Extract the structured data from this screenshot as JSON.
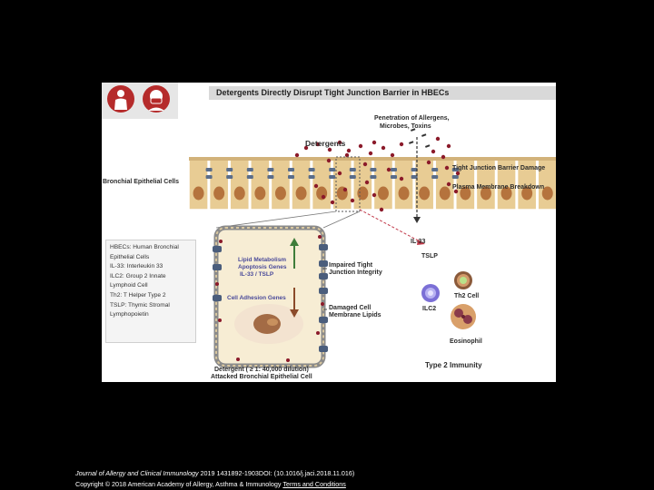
{
  "figure": {
    "title": "Detergents Directly Disrupt Tight Junction Barrier in HBECs",
    "labels": {
      "penetration": "Penetration of Allergens,",
      "penetration2": "Microbes, Toxins",
      "detergents": "Detergents",
      "bronchial_cells": "Bronchial Epithelial Cells",
      "tj_damage": "Tight Junction Barrier Damage",
      "pm_breakdown": "Plasma Membrane Breakdown",
      "il33": "IL-33",
      "tslp": "TSLP",
      "th2": "Th2 Cell",
      "ilc2": "ILC2",
      "eosinophil": "Eosinophil",
      "type2": "Type 2 Immunity",
      "lipid1": "Lipid Metabolism",
      "lipid2": "Apoptosis Genes",
      "lipid3": "IL-33 / TSLP",
      "adhesion": "Cell Adhesion Genes",
      "impaired1": "Impaired Tight",
      "impaired2": "Junction Integrity",
      "damaged1": "Damaged Cell",
      "damaged2": "Membrane Lipids",
      "dilution": "Detergent ( ≥ 1: 40,000 dilution)",
      "attacked": "Attacked Bronchial Epithelial Cell"
    },
    "legend": [
      "HBECs: Human Bronchial",
      "Epithelial Cells",
      "IL-33: Interleukin 33",
      "ILC2: Group 2 Innate",
      "Lymphoid Cell",
      "Th2: T Helper Type 2",
      "TSLP: Thymic Stromal",
      "Lymphopoietin"
    ],
    "icons": [
      "person-icon",
      "person-mask-icon"
    ],
    "colors": {
      "cell_fill": "#e8cc94",
      "nucleus": "#b5733d",
      "detergent_dot": "#8b1a2a",
      "tight_junction": "#5a6d8a",
      "arrow_red": "#c23a4a",
      "arrow_green": "#3f7d3a",
      "icon_red": "#b52b2b"
    }
  },
  "caption": {
    "journal": "Journal of Allergy and Clinical Immunology",
    "citation": " 2019 1431892-1903DOI: (10.1016/j.jaci.2018.11.016)",
    "copyright": "Copyright © 2018 American Academy of Allergy, Asthma & Immunology",
    "terms": "Terms and Conditions"
  }
}
